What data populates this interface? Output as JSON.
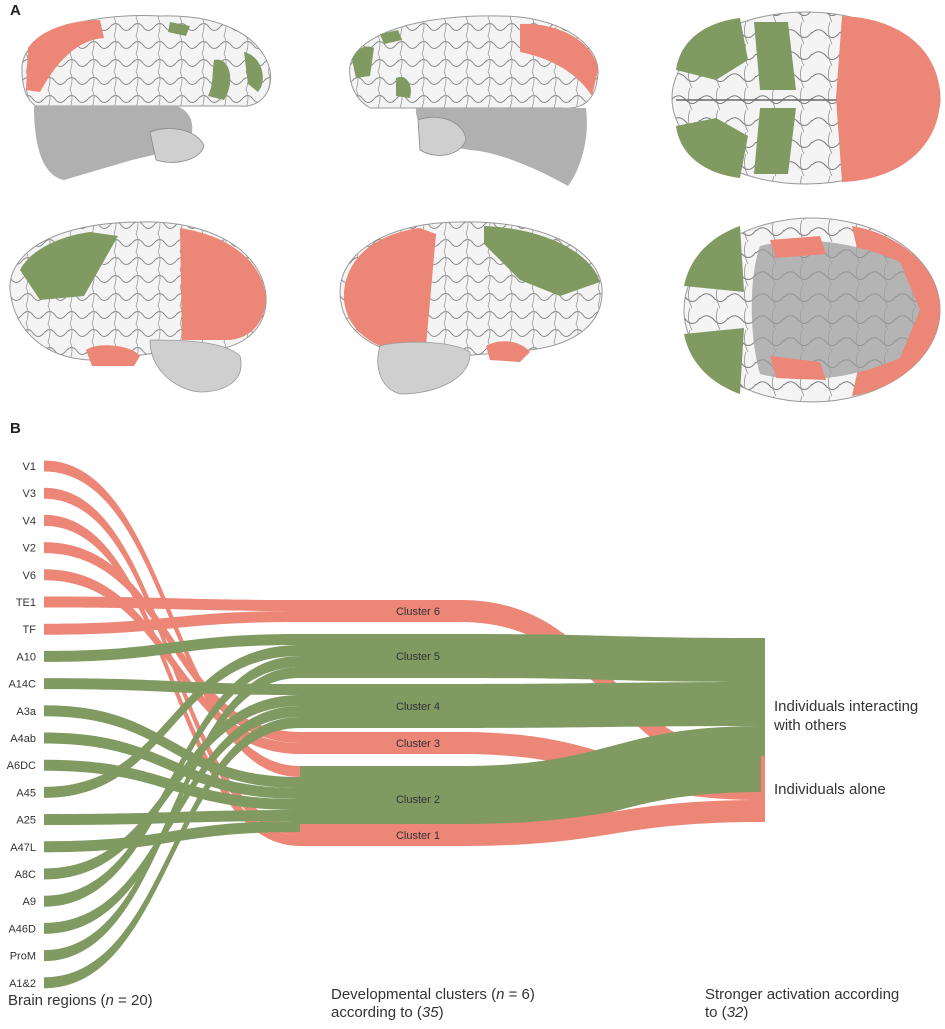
{
  "colors": {
    "salmon": "#ec8677",
    "green": "#809a62",
    "brain_gray": "#b0b0b0",
    "brain_white": "#f4f4f4"
  },
  "panel_a": {
    "label": "A"
  },
  "panel_b": {
    "label": "B",
    "regions": [
      {
        "name": "V1",
        "cluster": "Cluster 2",
        "color": "salmon"
      },
      {
        "name": "V3",
        "cluster": "Cluster 1",
        "color": "salmon"
      },
      {
        "name": "V4",
        "cluster": "Cluster 1",
        "color": "salmon"
      },
      {
        "name": "V2",
        "cluster": "Cluster 3",
        "color": "salmon"
      },
      {
        "name": "V6",
        "cluster": "Cluster 3",
        "color": "salmon"
      },
      {
        "name": "TE1",
        "cluster": "Cluster 6",
        "color": "salmon"
      },
      {
        "name": "TF",
        "cluster": "Cluster 6",
        "color": "salmon"
      },
      {
        "name": "A10",
        "cluster": "Cluster 5",
        "color": "green"
      },
      {
        "name": "A14C",
        "cluster": "Cluster 4",
        "color": "green"
      },
      {
        "name": "A3a",
        "cluster": "Cluster 2",
        "color": "green"
      },
      {
        "name": "A4ab",
        "cluster": "Cluster 2",
        "color": "green"
      },
      {
        "name": "A6DC",
        "cluster": "Cluster 2",
        "color": "green"
      },
      {
        "name": "A45",
        "cluster": "Cluster 5",
        "color": "green"
      },
      {
        "name": "A25",
        "cluster": "Cluster 2",
        "color": "green"
      },
      {
        "name": "A47L",
        "cluster": "Cluster 2",
        "color": "green"
      },
      {
        "name": "A8C",
        "cluster": "Cluster 4",
        "color": "green"
      },
      {
        "name": "A9",
        "cluster": "Cluster 5",
        "color": "green"
      },
      {
        "name": "A46D",
        "cluster": "Cluster 4",
        "color": "green"
      },
      {
        "name": "ProM",
        "cluster": "Cluster 5",
        "color": "green"
      },
      {
        "name": "A1&2",
        "cluster": "Cluster 4",
        "color": "green"
      }
    ],
    "clusters": [
      {
        "name": "Cluster 6",
        "target": "Individuals alone",
        "color": "salmon"
      },
      {
        "name": "Cluster 5",
        "target": "Individuals interacting with others",
        "color": "green"
      },
      {
        "name": "Cluster 4",
        "target": "Individuals interacting with others",
        "color": "green"
      },
      {
        "name": "Cluster 3",
        "target": "Individuals alone",
        "color": "salmon"
      },
      {
        "name": "Cluster 2",
        "target": "Individuals interacting with others",
        "color": "green"
      },
      {
        "name": "Cluster 1",
        "target": "Individuals alone",
        "color": "salmon"
      }
    ],
    "targets": [
      {
        "name": "Individuals interacting with others",
        "lines": [
          "Individuals interacting",
          "with others"
        ],
        "color": "green"
      },
      {
        "name": "Individuals alone",
        "lines": [
          "Individuals alone"
        ],
        "color": "salmon"
      }
    ],
    "footer": {
      "col1": {
        "pre": "Brain regions (",
        "italic": "n",
        "post": " = 20)"
      },
      "col2": {
        "line1_pre": "Developmental clusters (",
        "line1_italic": "n",
        "line1_post": " = 6)",
        "line2_pre": "according to (",
        "line2_italic": "35",
        "line2_post": ")"
      },
      "col3": {
        "line1": "Stronger activation according",
        "line2_pre": "to (",
        "line2_italic": "32",
        "line2_post": ")"
      }
    }
  }
}
